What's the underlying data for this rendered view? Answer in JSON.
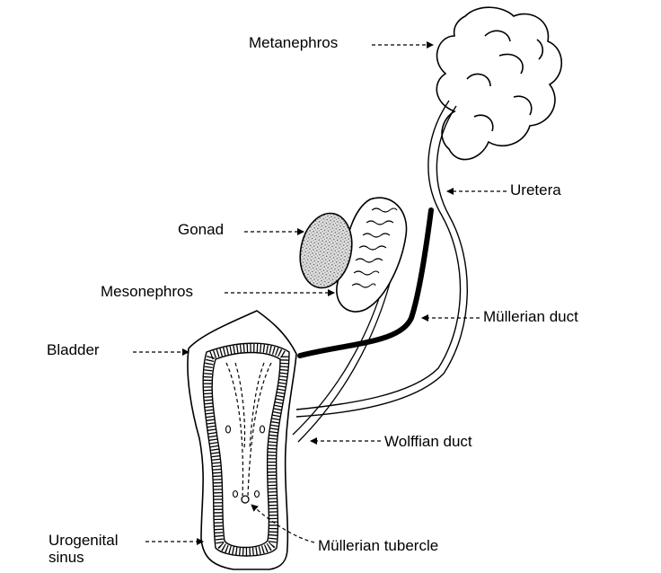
{
  "labels": {
    "metanephros": "Metanephros",
    "uretera": "Uretera",
    "gonad": "Gonad",
    "mesonephros": "Mesonephros",
    "mullerian_duct": "Müllerian duct",
    "bladder": "Bladder",
    "wolffian_duct": "Wolffian duct",
    "urogenital_line1": "Urogenital",
    "urogenital_line2": "sinus",
    "mullerian_tubercle": "Müllerian tubercle"
  },
  "colors": {
    "ink": "#000000",
    "paper": "#ffffff",
    "gonad_fill": "#d9d9d9"
  }
}
